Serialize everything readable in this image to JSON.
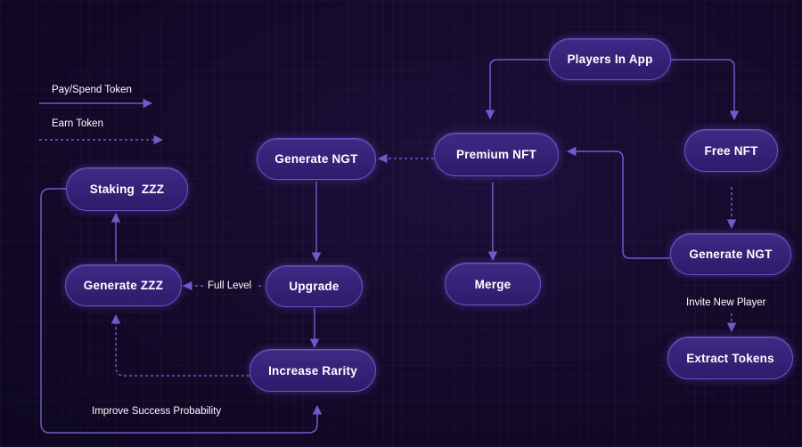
{
  "legend": {
    "pay_spend": "Pay/Spend Token",
    "earn": "Earn Token"
  },
  "nodes": {
    "players_in_app": "Players In App",
    "premium_nft": "Premium NFT",
    "free_nft": "Free NFT",
    "generate_ngt_top": "Generate NGT",
    "generate_ngt_right": "Generate NGT",
    "staking_zzz": "Staking  ZZZ",
    "generate_zzz": "Generate ZZZ",
    "upgrade": "Upgrade",
    "merge": "Merge",
    "increase_rarity": "Increase Rarity",
    "extract_tokens": "Extract Tokens"
  },
  "edge_labels": {
    "full_level": "Full Level",
    "invite_new_player": "Invite New Player",
    "improve_success": "Improve Success Probability"
  },
  "colors": {
    "line": "#6f5bc9",
    "node_border": "#6b55c8",
    "node_fill": "#3d2a86",
    "background": "#140a2b"
  }
}
